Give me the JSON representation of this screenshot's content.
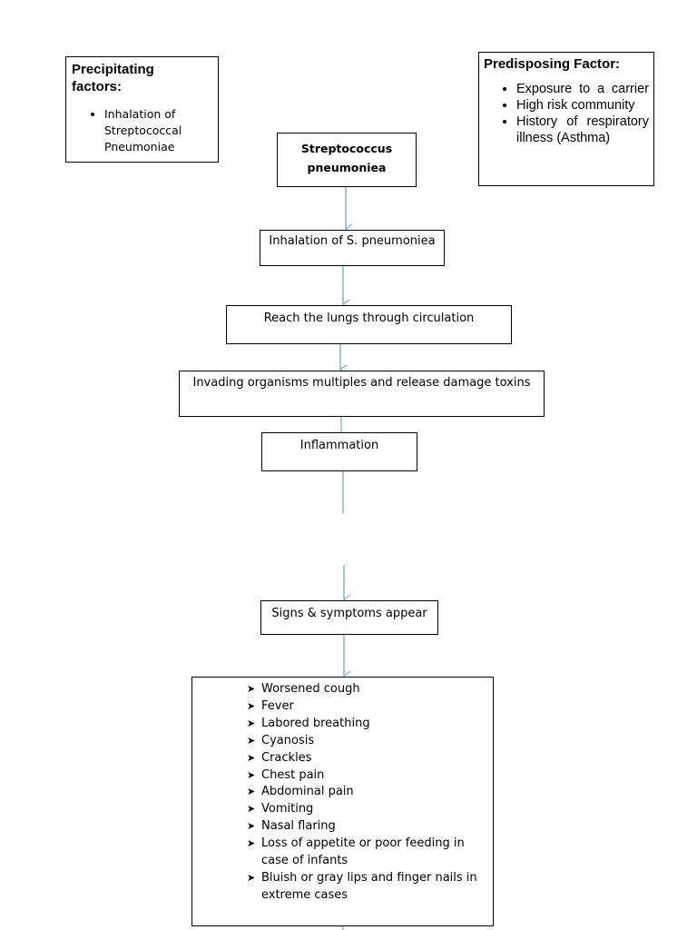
{
  "precipitating": {
    "title_line1": "Precipitating",
    "title_line2": "factors:",
    "items": [
      "Inhalation of Streptococcal Pneumoniae"
    ],
    "item_lines": [
      "Inhalation of",
      "Streptococcal",
      "Pneumoniae"
    ]
  },
  "predisposing": {
    "title": "Predisposing Factor:",
    "items": [
      "Exposure to a carrier",
      "High risk community",
      "History of respiratory illness (Asthma)"
    ]
  },
  "flow": {
    "organism_line1": "Streptococcus",
    "organism_line2": "pneumoniea",
    "inhalation": "Inhalation of S. pneumoniea",
    "reach_lungs": "Reach the lungs through circulation",
    "invading": "Invading organisms multiples and release damage toxins",
    "inflammation": "Inflammation",
    "signs": "Signs & symptoms appear"
  },
  "symptoms": {
    "bullet_icon": "arrowhead-bullet-icon",
    "items": [
      "Worsened cough",
      "Fever",
      "Labored breathing",
      "Cyanosis",
      "Crackles",
      "Chest pain",
      "Abdominal pain",
      "Vomiting",
      "Nasal flaring",
      "Loss of appetite or poor feeding in case of infants",
      "Bluish or gray lips and finger nails in extreme cases"
    ]
  },
  "colors": {
    "connector": "#6d9ccf",
    "border": "#000000"
  }
}
